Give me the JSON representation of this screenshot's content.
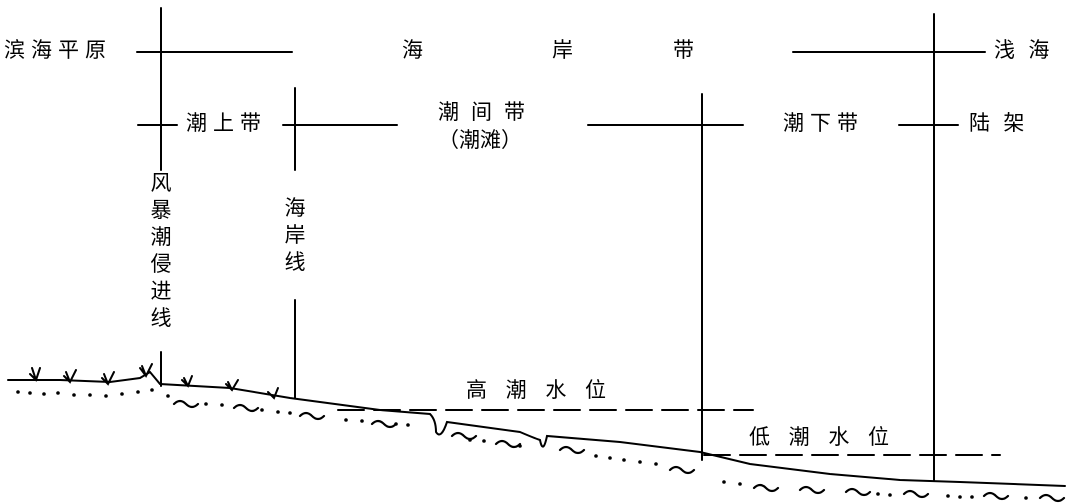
{
  "zones": {
    "coastal_plain": "滨海平原",
    "coast_zone_chars": [
      "海",
      "岸",
      "带"
    ],
    "shallow_sea": "浅  海",
    "supratidal": "潮上带",
    "intertidal": "潮间带",
    "intertidal_alt": "（潮滩）",
    "subtidal": "潮下带",
    "shelf": "陆  架"
  },
  "vertical_labels": {
    "storm_surge_line": "风暴潮侵进线",
    "coastline": "海岸线"
  },
  "water_levels": {
    "high_tide": "高 潮 水 位",
    "low_tide": "低 潮 水 位"
  },
  "colors": {
    "ink": "#000000",
    "paper": "#ffffff"
  }
}
